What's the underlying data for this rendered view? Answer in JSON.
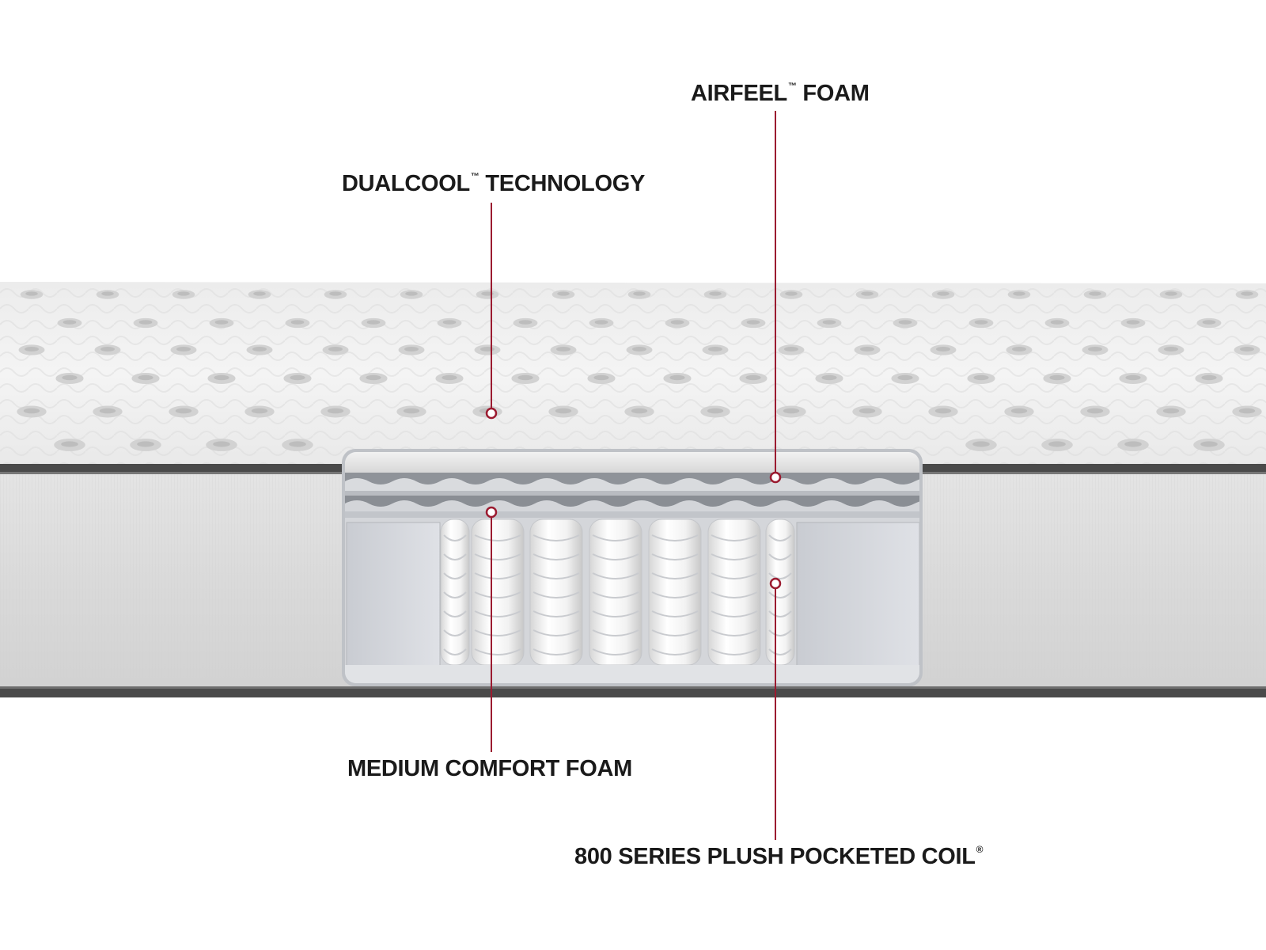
{
  "callouts": {
    "dualcool": {
      "text": "DUALCOOL",
      "mark": "™",
      "suffix": " TECHNOLOGY"
    },
    "airfeel": {
      "text": "AIRFEEL",
      "mark": "™",
      "suffix": " FOAM"
    },
    "medium": {
      "text": "MEDIUM COMFORT FOAM"
    },
    "coil": {
      "text": "800 SERIES PLUSH POCKETED COIL",
      "mark": "®"
    }
  },
  "colors": {
    "callout_line": "#9b1b30",
    "label_text": "#1a1a1a",
    "background": "#ffffff"
  }
}
